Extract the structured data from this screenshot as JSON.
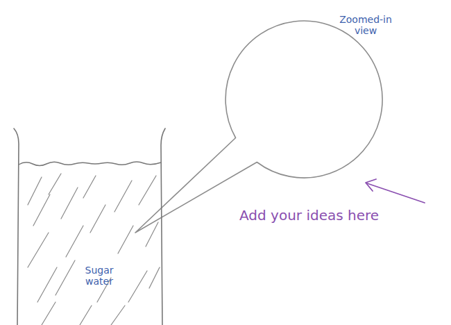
{
  "diagram": {
    "nodes": [
      {
        "text": [
          "Zoomed-in view"
        ]
      },
      {
        "text": [
          "Sugar water"
        ]
      }
    ],
    "edges": [
      {
        "from": 1,
        "to": 0,
        "arrow": "none"
      }
    ],
    "labels": [
      "Add your ideas here"
    ]
  }
}
